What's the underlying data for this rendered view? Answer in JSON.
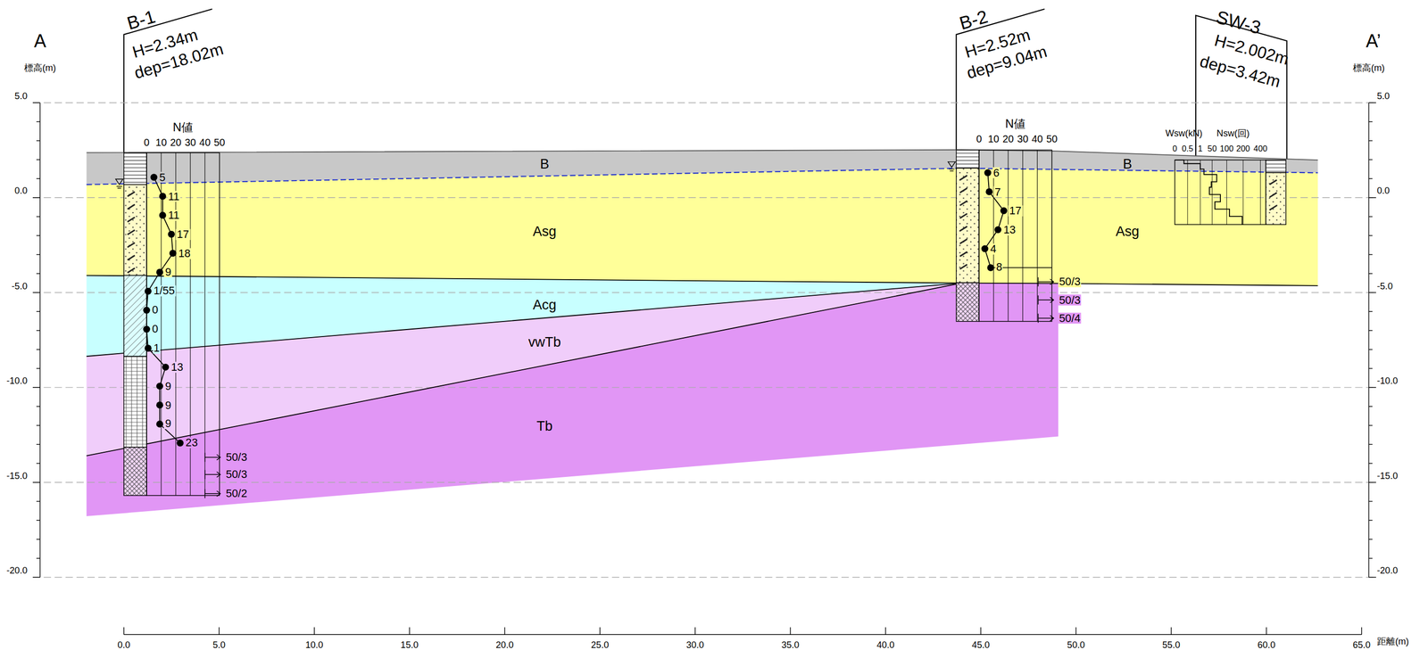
{
  "diagram": {
    "nodes": [
      {
        "text": [
          "B-1",
          "H=2.34m",
          "dep=18.02m"
        ]
      },
      {
        "text": [
          "B-2",
          "H=2.52m",
          "dep=9.04m"
        ]
      },
      {
        "text": [
          "SW-3",
          "H=2.002m",
          "dep=3.42m"
        ]
      },
      {
        "text": [
          "B",
          "B"
        ]
      },
      {
        "text": [
          "Asg",
          "Asg"
        ]
      },
      {
        "text": [
          "Acg"
        ]
      },
      {
        "text": [
          "vwTb"
        ]
      },
      {
        "text": [
          "Tb"
        ]
      }
    ],
    "labels": [
      "A",
      "A’",
      "標高(m)",
      "標高(m)",
      "5.0",
      "0.0",
      "-5.0",
      "-10.0",
      "-15.0",
      "-20.0",
      "5.0",
      "0.0",
      "-5.0",
      "-10.0",
      "-15.0",
      "-20.0",
      "0.0",
      "5.0",
      "10.0",
      "15.0",
      "20.0",
      "25.0",
      "30.0",
      "35.0",
      "40.0",
      "45.0",
      "50.0",
      "55.0",
      "60.0",
      "65.0",
      "距離(m)",
      "N値",
      "0",
      "10",
      "20",
      "30",
      "40",
      "50",
      "5",
      "11",
      "11",
      "17",
      "18",
      "9",
      "1/55",
      "0",
      "0",
      "1",
      "13",
      "9",
      "9",
      "9",
      "23",
      "50/3",
      "50/3",
      "50/2",
      "N値",
      "0",
      "10",
      "20",
      "30",
      "40",
      "50",
      "6",
      "7",
      "17",
      "13",
      "4",
      "8",
      "50/3",
      "50/3",
      "50/4",
      "Wsw(kN)",
      "Nsw(回)",
      "0",
      "0.5",
      "1",
      "50",
      "100",
      "200",
      "400"
    ]
  }
}
